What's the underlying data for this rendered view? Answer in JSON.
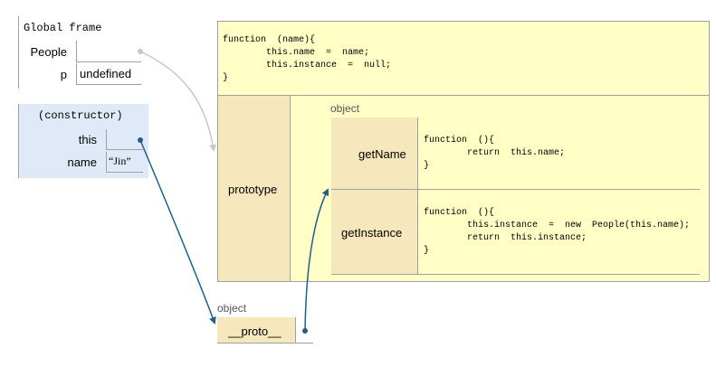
{
  "global_frame": {
    "title": "Global frame",
    "vars": [
      {
        "name": "People",
        "value": ""
      },
      {
        "name": "p",
        "value": "undefined"
      }
    ]
  },
  "constructor_frame": {
    "title": "(constructor)",
    "vars": [
      {
        "name": "this",
        "value": ""
      },
      {
        "name": "name",
        "value": "“Jin”"
      }
    ]
  },
  "function_object": {
    "code": "function  (name){\n        this.name  =  name;\n        this.instance  =  null;\n}",
    "prototype_label": "prototype",
    "prototype_object": {
      "label": "object",
      "entries": [
        {
          "key": "getName",
          "code": "function  (){\n        return  this.name;\n}"
        },
        {
          "key": "getInstance",
          "code": "function  (){\n        this.instance  =  new  People(this.name);\n        return  this.instance;\n}"
        }
      ]
    }
  },
  "instance_object": {
    "label": "object",
    "key": "__proto__"
  },
  "colors": {
    "arrow": "#1f5f8b",
    "pointer_gray": "#c8c8c8",
    "function_bg": "#ffffc6",
    "attr_bg": "#f7e7bd",
    "frame_bg": "#dfe9f7"
  }
}
